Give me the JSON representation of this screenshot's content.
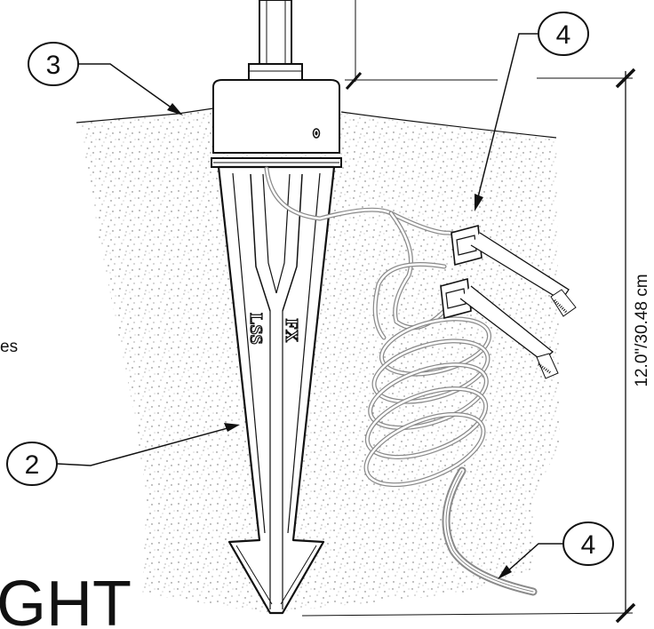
{
  "callouts": [
    {
      "id": "callout-3",
      "label": "3"
    },
    {
      "id": "callout-4-top",
      "label": "4"
    },
    {
      "id": "callout-2",
      "label": "2"
    },
    {
      "id": "callout-4-bottom",
      "label": "4"
    }
  ],
  "dimension": {
    "label": "12.0\"/30.48 cm"
  },
  "stake_marking": {
    "left": "LSS",
    "right": "FX"
  },
  "cropped_text": {
    "partial_word": "es",
    "title_fragment": "GHT"
  },
  "colors": {
    "line": "#111111",
    "cable": "#9a9a9a",
    "soil_dots": "#666666",
    "background": "#ffffff"
  }
}
